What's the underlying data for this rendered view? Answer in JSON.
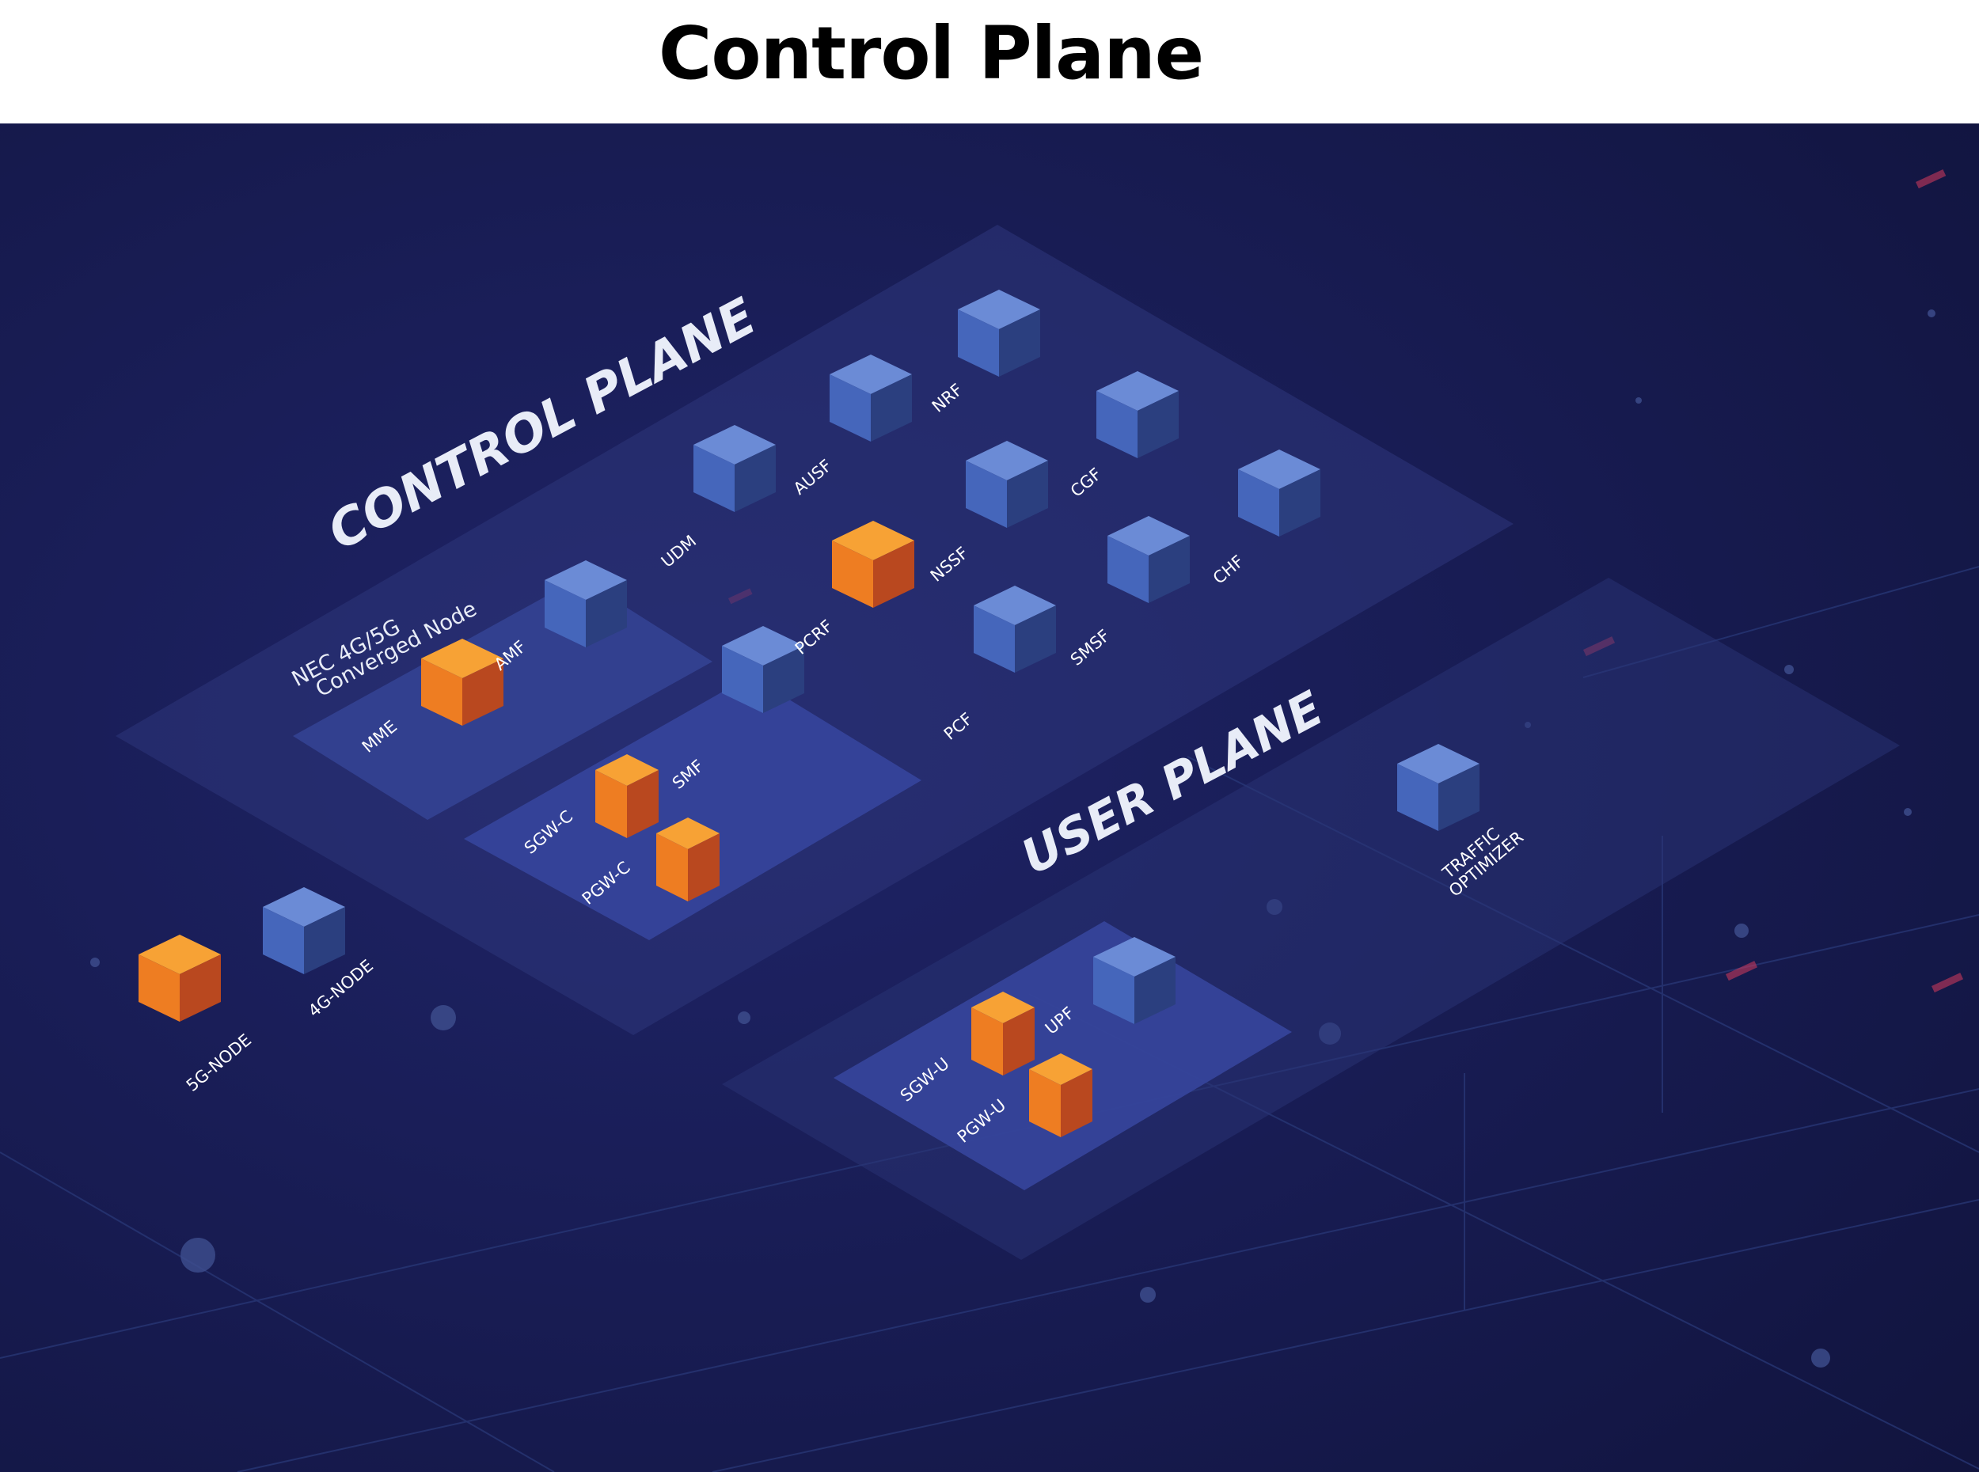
{
  "header": {
    "title": "Control Plane"
  },
  "control_plane": {
    "title": "CONTROL PLANE",
    "converged_node": {
      "label_line1": "NEC 4G/5G",
      "label_line2": "Converged Node"
    },
    "functions": [
      "NRF",
      "AUSF",
      "CGF",
      "UDM",
      "NSSF",
      "CHF",
      "PCRF",
      "SMSF",
      "PCF",
      "AMF",
      "MME",
      "SMF",
      "SGW-C",
      "PGW-C"
    ]
  },
  "user_plane": {
    "title": "USER PLANE",
    "traffic_optimizer": {
      "line1": "TRAFFIC",
      "line2": "OPTIMIZER"
    },
    "functions": [
      "UPF",
      "SGW-U",
      "PGW-U"
    ]
  },
  "access_nodes": [
    "4G-NODE",
    "5G-NODE"
  ],
  "colors": {
    "background": "#151746",
    "blue_node": "#4a6fc1",
    "orange_node": "#ee7d22",
    "header_background": "#ffffff"
  }
}
